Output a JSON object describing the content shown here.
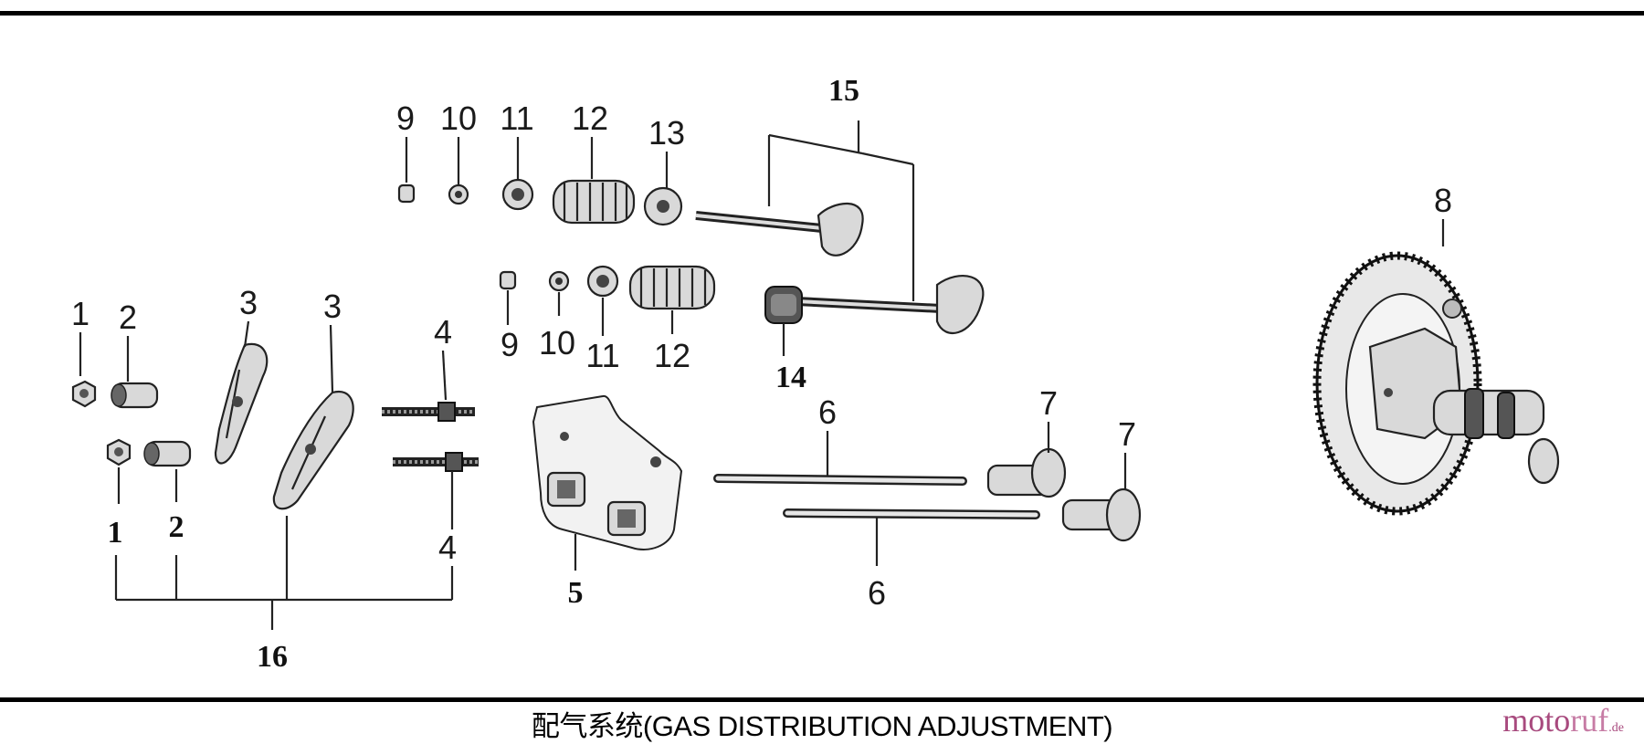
{
  "caption": "配气系统(GAS DISTRIBUTION ADJUSTMENT)",
  "watermark": {
    "main": "moto",
    "accent": "ruf",
    "suffix": ".de"
  },
  "callouts": {
    "c1a": "1",
    "c2a": "2",
    "c3a": "3",
    "c3b": "3",
    "c4a": "4",
    "c1b": "1",
    "c2b": "2",
    "c4b": "4",
    "c16": "16",
    "c9a": "9",
    "c10a": "10",
    "c11a": "11",
    "c12a": "12",
    "c13": "13",
    "c15": "15",
    "c9b": "9",
    "c10b": "10",
    "c11b": "11",
    "c12b": "12",
    "c14": "14",
    "c5": "5",
    "c6a": "6",
    "c6b": "6",
    "c7a": "7",
    "c7b": "7",
    "c8": "8"
  },
  "colors": {
    "border": "#000000",
    "watermark": "#a84a7e"
  }
}
